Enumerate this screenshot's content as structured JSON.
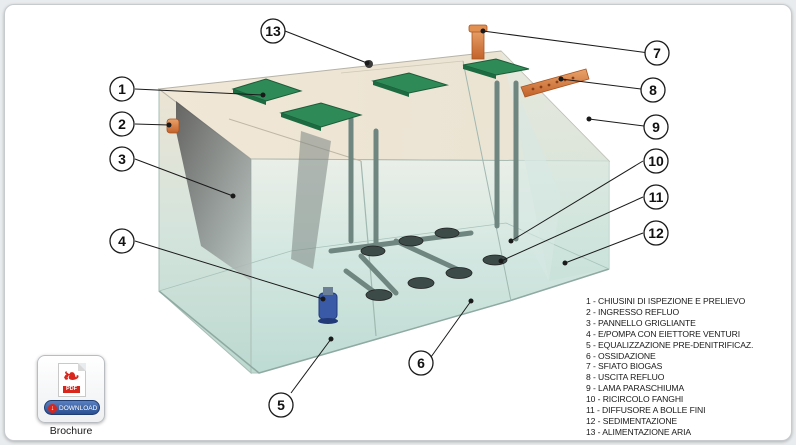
{
  "callouts": [
    {
      "number": "1"
    },
    {
      "number": "2"
    },
    {
      "number": "3"
    },
    {
      "number": "4"
    },
    {
      "number": "5"
    },
    {
      "number": "6"
    },
    {
      "number": "7"
    },
    {
      "number": "8"
    },
    {
      "number": "9"
    },
    {
      "number": "10"
    },
    {
      "number": "11"
    },
    {
      "number": "12"
    },
    {
      "number": "13"
    }
  ],
  "legend": [
    "1 - CHIUSINI DI ISPEZIONE E PRELIEVO",
    "2 - INGRESSO REFLUO",
    "3 - PANNELLO GRIGLIANTE",
    "4 - E/POMPA CON EIETTORE VENTURI",
    "5 - EQUALIZZAZIONE PRE-DENITRIFICAZ.",
    "6 - OSSIDAZIONE",
    "7 - SFIATO BIOGAS",
    "8 - USCITA REFLUO",
    "9 - LAMA PARASCHIUMA",
    "10 - RICIRCOLO FANGHI",
    "11 - DIFFUSORE A BOLLE FINI",
    "12 - SEDIMENTAZIONE",
    "13 - ALIMENTAZIONE ARIA"
  ],
  "brochure": {
    "pdf_tag": "PDF",
    "download_label": "DOWNLOAD",
    "label": "Brochure"
  },
  "colors": {
    "glass": "#cfe6e0",
    "cover_green": "#2e8b57",
    "pipe_orange": "#d9793a",
    "pump_blue": "#3a5aa8"
  }
}
